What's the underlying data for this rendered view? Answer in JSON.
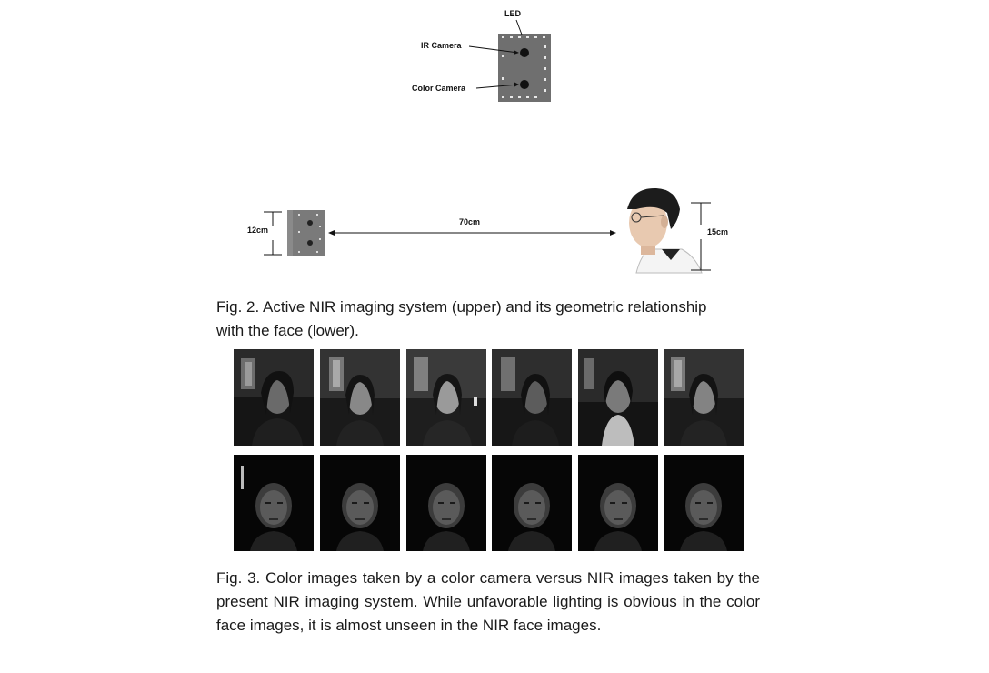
{
  "figure2": {
    "labels": {
      "led": "LED",
      "ir_camera": "IR Camera",
      "color_camera": "Color Camera",
      "device_height": "12cm",
      "distance": "70cm",
      "face_height": "15cm"
    },
    "caption_line1": "Fig. 2. Active NIR imaging system (upper) and its geometric relationship",
    "caption_line2": "with the face (lower)."
  },
  "figure3": {
    "rows": [
      {
        "type": "color face images",
        "count": 6
      },
      {
        "type": "NIR face images",
        "count": 6
      }
    ],
    "caption": "Fig. 3. Color images taken by a color camera versus NIR images taken by the present NIR imaging system. While unfavorable lighting is obvious in the color face images, it is almost unseen in the NIR face images."
  }
}
